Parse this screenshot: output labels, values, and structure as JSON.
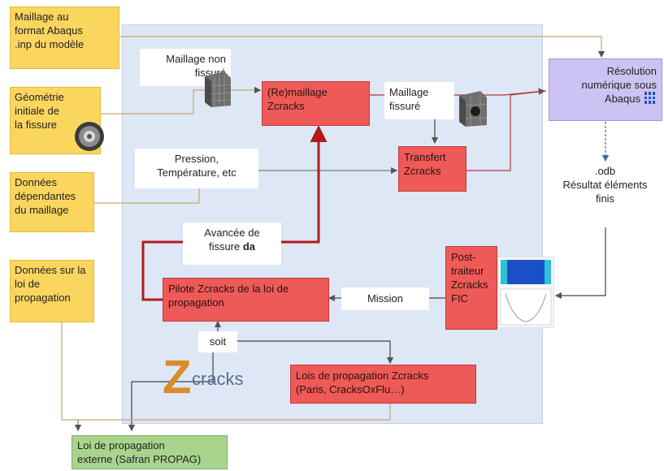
{
  "colors": {
    "panel": "#dde7f6",
    "yellow": "#fbd65f",
    "red": "#ee5a58",
    "green": "#a9d48d",
    "purple": "#ccc3f2",
    "dark_red_arrow": "#b21a1a"
  },
  "inputs": {
    "mesh_format": [
      "Maillage au",
      "format Abaqus",
      ".inp du modèle"
    ],
    "crack_geometry": [
      "Géométrie",
      "initiale de",
      "la fissure"
    ],
    "mesh_data": [
      "Données",
      "dépendantes",
      "du maillage"
    ],
    "propagation_law_data": [
      "Données sur la",
      "loi de",
      "propagation"
    ]
  },
  "labels": {
    "uncracked_mesh": [
      "Maillage non",
      "fissuré"
    ],
    "cracked_mesh": [
      "Maillage",
      "fissuré"
    ],
    "pressure": [
      "Pression,",
      "Température, etc"
    ],
    "advance_prefix": "Avancée de",
    "advance_line2": "fissure ",
    "advance_bold": "da",
    "mission": "Mission",
    "soit": "soit",
    "odb": [
      ".odb",
      "Résultat éléments",
      "finis"
    ],
    "zcracks_logo": "cracks",
    "zcracks_logo_z": "Z"
  },
  "process": {
    "remeshing": [
      "(Re)maillage",
      "Zcracks"
    ],
    "transfer": [
      "Transfert",
      "Zcracks"
    ],
    "post_processor": [
      "Post-",
      "traiteur",
      "Zcracks",
      "FIC"
    ],
    "pilot": [
      "Pilote Zcracks de la loi de",
      "propagation"
    ],
    "laws": [
      "Lois de propagation Zcracks",
      "(Paris, CracksOxFlu…)"
    ]
  },
  "solver": [
    "Résolution",
    "numérique sous",
    "Abaqus"
  ],
  "external_law": [
    "Loi de propagation",
    "externe (Safran PROPAG)"
  ]
}
